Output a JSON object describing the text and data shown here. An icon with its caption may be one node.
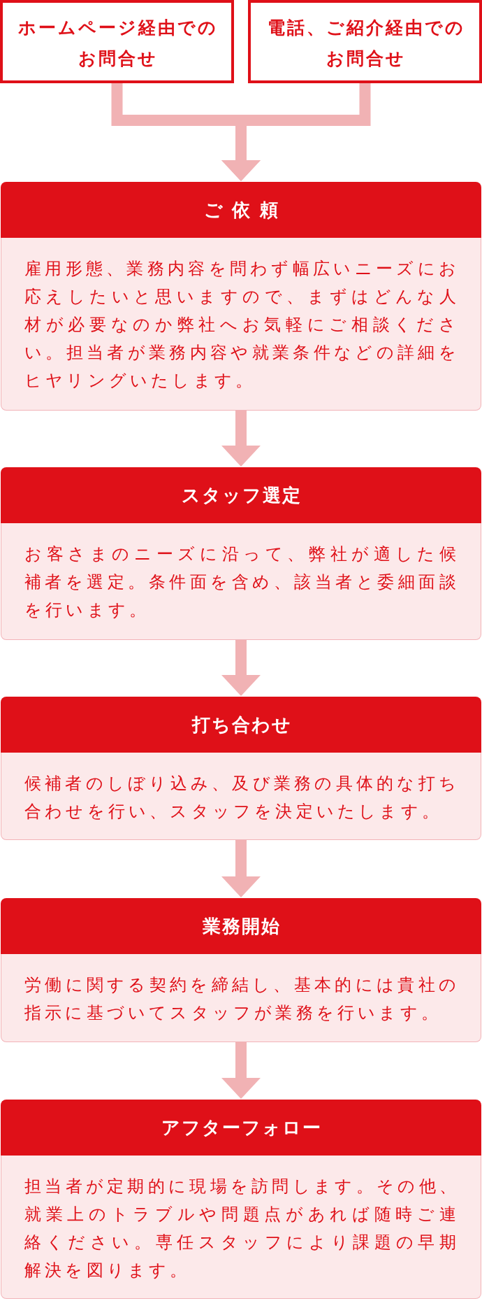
{
  "diagram": {
    "nodes": [
      {
        "text": [
          "ホームページ経由でのお問合せ"
        ]
      },
      {
        "text": [
          "電話、ご紹介経由でのお問合せ"
        ]
      },
      {
        "text": [
          "ご 依 頼",
          "雇用形態、業務内容を問わず幅広いニーズにお応えしたいと思いますので、まずはどんな人材が必要なのか弊社へお気軽にご相談ください。担当者が業務内容や就業条件などの詳細をヒヤリングいたします。"
        ]
      },
      {
        "text": [
          "スタッフ選定",
          "お客さまのニーズに沿って、弊社が適した候補者を選定。条件面を含め、該当者と委細面談を行います。"
        ]
      },
      {
        "text": [
          "打ち合わせ",
          "候補者のしぼり込み、及び業務の具体的な打ち合わせを行い、スタッフを決定いたします。"
        ]
      },
      {
        "text": [
          "業務開始",
          "労働に関する契約を締結し、基本的には貴社の指示に基づいてスタッフが業務を行います。"
        ]
      },
      {
        "text": [
          "アフターフォロー",
          "担当者が定期的に現場を訪問します。その他、就業上のトラブルや問題点があれば随時ご連絡ください。専任スタッフにより課題の早期解決を図ります。"
        ]
      }
    ],
    "edges": [
      {
        "from": 0,
        "to": 2,
        "arrow": "to"
      },
      {
        "from": 1,
        "to": 2,
        "arrow": "to"
      },
      {
        "from": 2,
        "to": 3,
        "arrow": "to"
      },
      {
        "from": 3,
        "to": 4,
        "arrow": "to"
      },
      {
        "from": 4,
        "to": 5,
        "arrow": "to"
      },
      {
        "from": 5,
        "to": 6,
        "arrow": "to"
      }
    ]
  }
}
